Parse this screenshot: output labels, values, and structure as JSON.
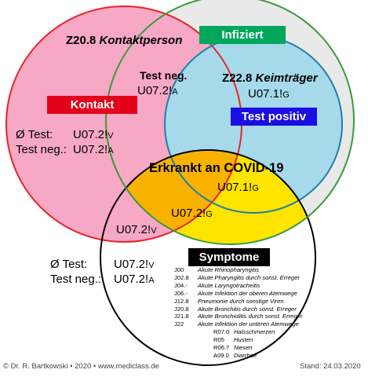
{
  "colors": {
    "kontakt_fill": "#f7a8c5",
    "kontakt_stroke": "#e8232a",
    "infiziert_stroke": "#3a9a3a",
    "positiv_fill": "#a6daea",
    "positiv_stroke": "#1f7fa5",
    "erkrankt_fill": "#ffe400",
    "overlap_orange": "#f9b200",
    "symptome_stroke": "#000000",
    "label_red": "#e3001b",
    "label_green": "#00a65a",
    "label_blue": "#1a0fe0",
    "label_black": "#000000"
  },
  "kontakt": {
    "title_code": "Z20.8",
    "title_text": "Kontaktperson",
    "label": "Kontakt",
    "test_none_label": "Ø Test:",
    "test_none_code": "U07.2!",
    "test_none_suffix": "V",
    "test_neg_label": "Test neg.:",
    "test_neg_code": "U07.2!",
    "test_neg_suffix": "A"
  },
  "infiziert": {
    "label": "Infiziert",
    "test_neg_label": "Test neg.",
    "test_neg_code": "U07.2!",
    "test_neg_suffix": "A"
  },
  "keimtraeger": {
    "title_code": "Z22.8",
    "title_text": "Keimträger",
    "code": "U07.1!",
    "suffix": "G",
    "label": "Test positiv"
  },
  "erkrankt": {
    "title": "Erkrankt an COVID-19",
    "code": "U07.1!",
    "suffix": "G"
  },
  "overlap": {
    "code_orange": "U07.2!",
    "suffix_orange": "G",
    "code_kontakt_symptom": "U07.2!",
    "suffix_kontakt_symptom": "V"
  },
  "symptome": {
    "label": "Symptome",
    "test_none_label": "Ø Test:",
    "test_none_code": "U07.2!",
    "test_none_suffix": "V",
    "test_neg_label": "Test neg.:",
    "test_neg_code": "U07.2!",
    "test_neg_suffix": "A",
    "items": [
      {
        "code": "J00",
        "desc": "Akute Rhinopharyngitis"
      },
      {
        "code": "J02.8",
        "desc": "Akute Pharyngitis durch sonst. Erreger"
      },
      {
        "code": "J04.-",
        "desc": "Akute Laryngotracheitis"
      },
      {
        "code": "J06.-",
        "desc": "Akute Infektion der oberen Atemwege"
      },
      {
        "code": "J12.8",
        "desc": "Pneumonie durch sonstige Viren"
      },
      {
        "code": "J20.8",
        "desc": "Akute Bronchitis durch sonst. Erreger"
      },
      {
        "code": "J21.8",
        "desc": "Akute Bronchiolitis durch sonst. Erreger"
      },
      {
        "code": "J22",
        "desc": "Akute Infektion der unteren Atemwege"
      }
    ],
    "sub_items": [
      {
        "code": "R07.0",
        "desc": "Halsschmerzen"
      },
      {
        "code": "R05",
        "desc": "Husten"
      },
      {
        "code": "R06.7",
        "desc": "Niesen"
      },
      {
        "code": "A09.0",
        "desc": "Diarrhoe"
      }
    ]
  },
  "footer": {
    "copyright": "© Dr. R. Bartkowski • 2020 • www.mediclass.de",
    "stand": "Stand: 24.03.2020"
  }
}
